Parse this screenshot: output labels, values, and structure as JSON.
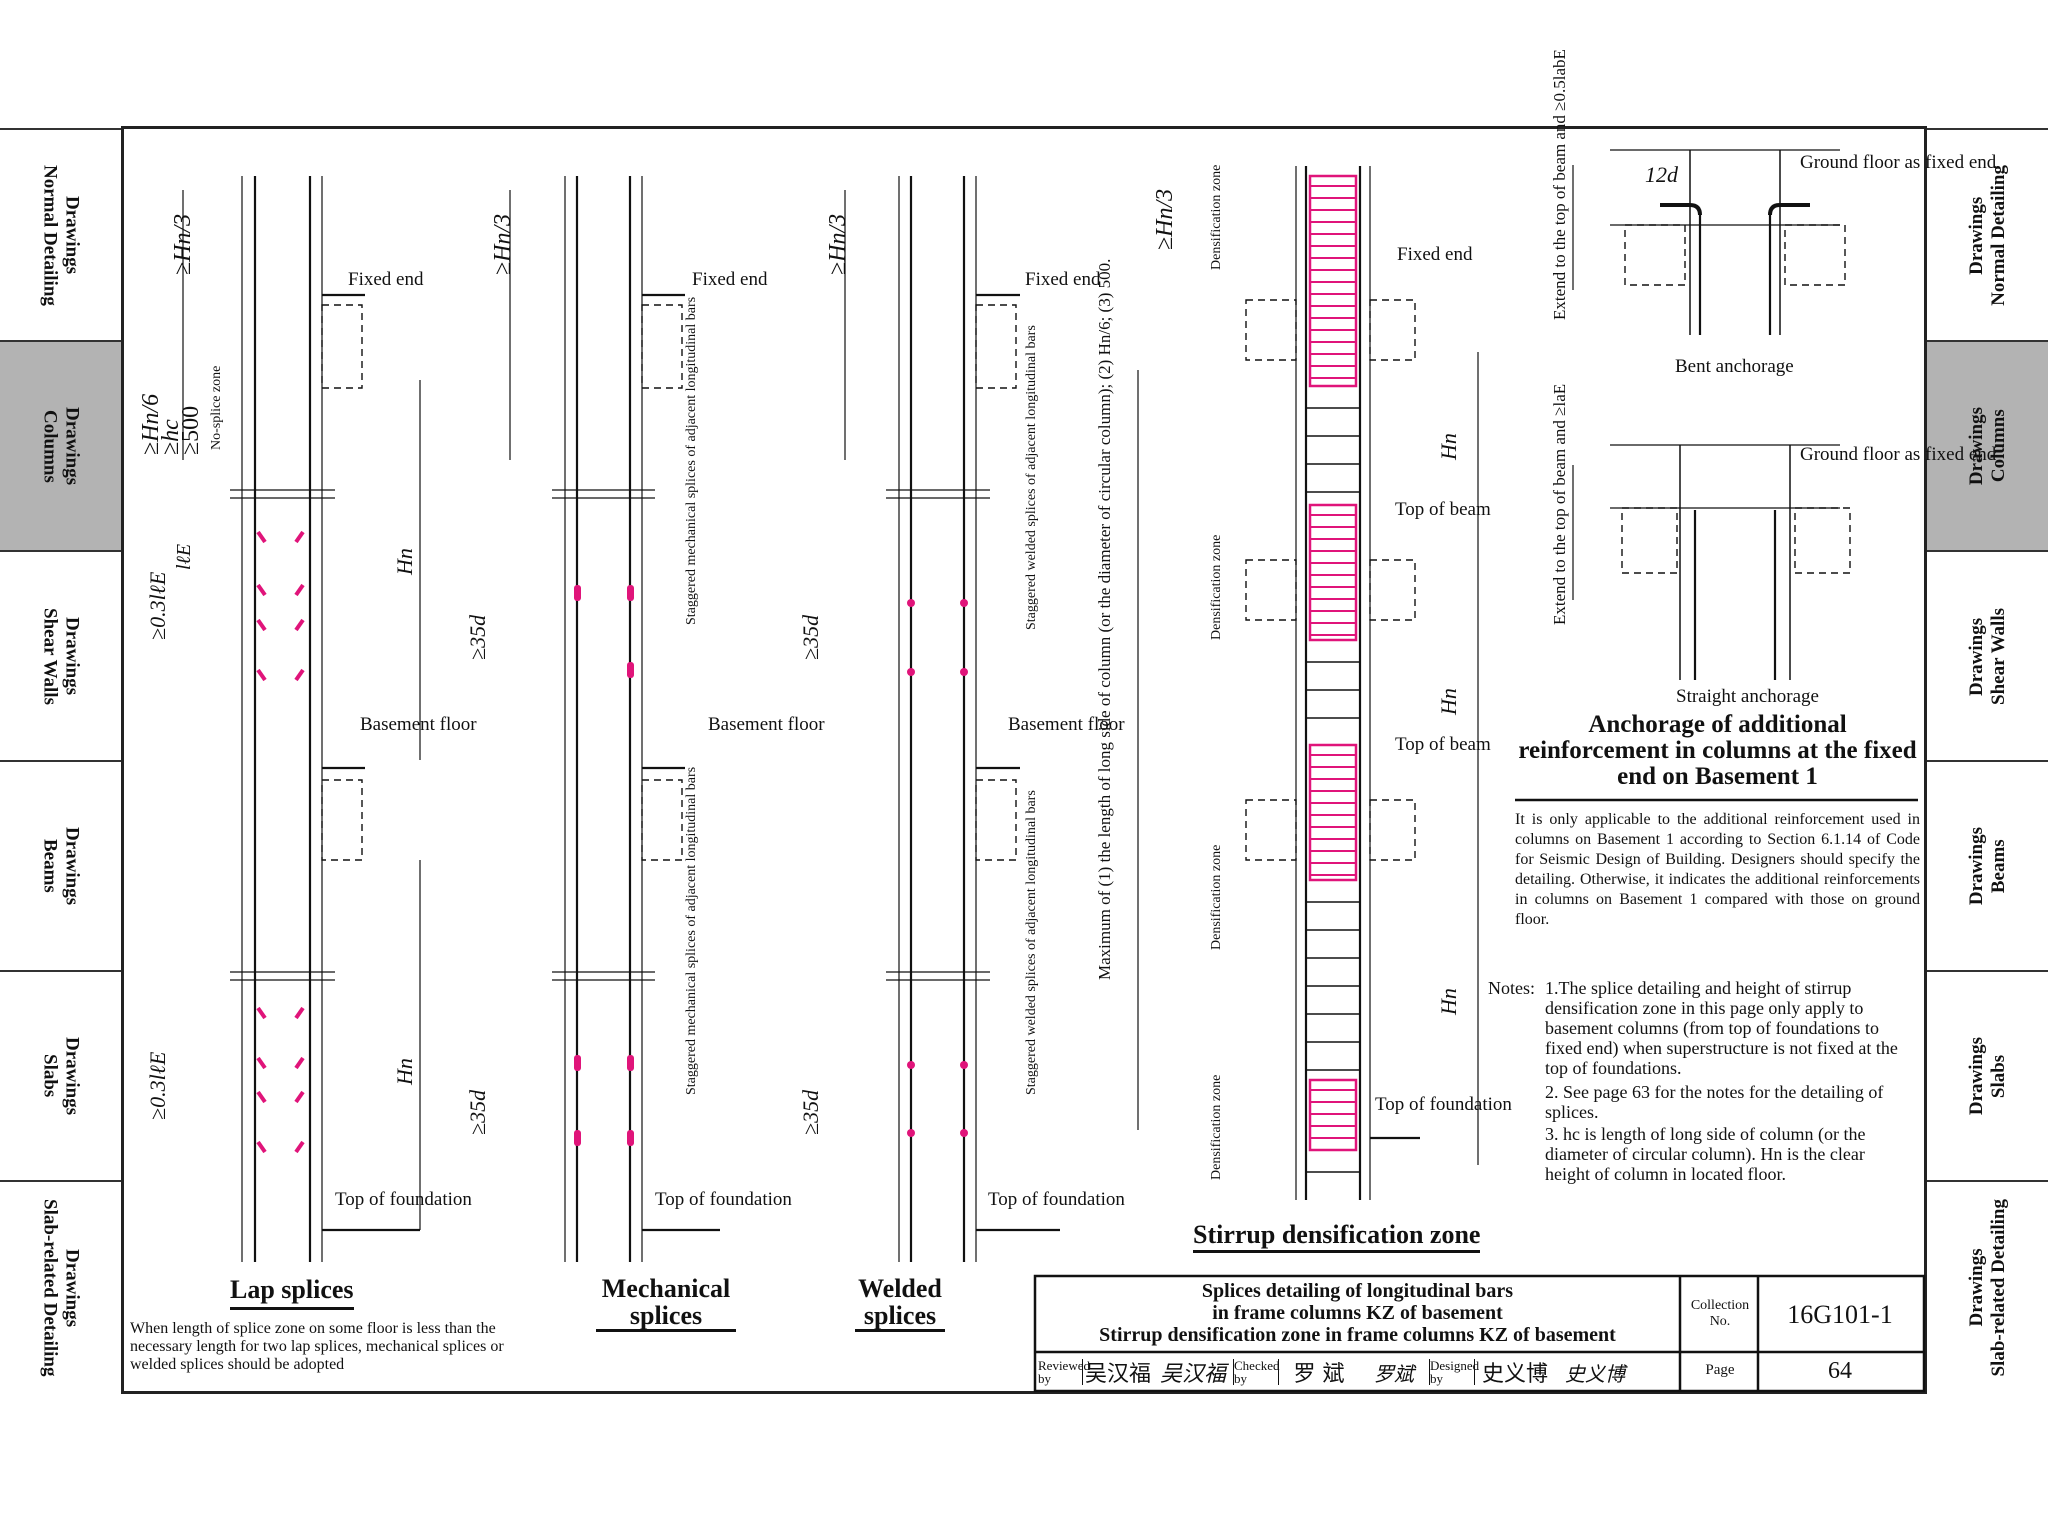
{
  "side_tabs_left": [
    {
      "line1": "Drawings",
      "line2": "Normal Detailing",
      "active": false
    },
    {
      "line1": "Drawings",
      "line2": "Columns",
      "active": true
    },
    {
      "line1": "Drawings",
      "line2": "Shear Walls",
      "active": false
    },
    {
      "line1": "Drawings",
      "line2": "Beams",
      "active": false
    },
    {
      "line1": "Drawings",
      "line2": "Slabs",
      "active": false
    },
    {
      "line1": "Drawings",
      "line2": "Slab-related Detailing",
      "active": false
    }
  ],
  "side_tabs_right": [
    {
      "line1": "Drawings",
      "line2": "Normal Detailing",
      "active": false
    },
    {
      "line1": "Drawings",
      "line2": "Columns",
      "active": true
    },
    {
      "line1": "Drawings",
      "line2": "Shear Walls",
      "active": false
    },
    {
      "line1": "Drawings",
      "line2": "Beams",
      "active": false
    },
    {
      "line1": "Drawings",
      "line2": "Slabs",
      "active": false
    },
    {
      "line1": "Drawings",
      "line2": "Slab-related Detailing",
      "active": false
    }
  ],
  "labels": {
    "fixed_end": "Fixed end",
    "basement_floor": "Basement floor",
    "top_of_foundation": "Top of foundation",
    "top_of_beam": "Top of beam",
    "no_splice_zone": "No-splice zone",
    "hn": "Hn",
    "hn3": "≥Hn/3",
    "hn6": "≥Hn/6",
    "hc": "≥hc",
    "v500": "≥500",
    "lle": "lℓE",
    "lle03": "≥0.3lℓE",
    "d35": "≥35d",
    "densification_zone": "Densification zone",
    "staggered_mech": "Staggered mechanical splices of adjacent longitudinal bars",
    "staggered_weld": "Staggered welded splices of adjacent longitudinal bars",
    "max_note": "Maximum of (1) the length of long side of column (or the diameter of circular column); (2) Hn/6; (3) 500."
  },
  "captions": {
    "lap": "Lap splices",
    "mechanical": "Mechanical splices",
    "welded": "Welded splices",
    "stirrup": "Stirrup densification zone",
    "lap_note": "When length of splice zone on some floor is less than the necessary length for two lap splices, mechanical splices or welded splices should be adopted"
  },
  "anchorage": {
    "ground_floor": "Ground floor as fixed end",
    "bent_side": "Extend to the top of beam and ≥0.5labE",
    "d12": "12d",
    "bent": "Bent anchorage",
    "straight_side": "Extend to the top of beam and ≥laE",
    "straight": "Straight anchorage",
    "title": "Anchorage of additional reinforcement in columns at the fixed end on Basement 1",
    "desc": "It is only applicable to the additional reinforcement used in columns on Basement 1 according to Section 6.1.14 of Code for Seismic Design of Building. Designers should specify the detailing. Otherwise, it indicates the additional reinforcements in columns on Basement 1 compared with those on ground floor."
  },
  "notes": {
    "head": "Notes:",
    "n1": "1.The splice detailing and height of stirrup densification zone in this page only apply to basement columns (from top of foundations to fixed end) when superstructure is not fixed at the top of foundations.",
    "n2": "2. See page 63 for the notes for the detailing of splices.",
    "n3": "3. hc is length of long side of column (or the diameter of circular column). Hn is the clear height of column in located floor."
  },
  "title_block": {
    "title1": "Splices detailing of longitudinal bars",
    "title2": "in frame columns KZ of basement",
    "title3": "Stirrup densification zone in frame columns KZ of basement",
    "collection_label": "Collection No.",
    "collection_no": "16G101-1",
    "reviewed_label": "Reviewed by",
    "reviewed_name": "吴汉福",
    "reviewed_sign": "吴汉福",
    "checked_label": "Checked by",
    "checked_name": "罗 斌",
    "checked_sign": "罗斌",
    "designed_label": "Designed by",
    "designed_name": "史义博",
    "designed_sign": "史义博",
    "page_label": "Page",
    "page_no": "64"
  },
  "colors": {
    "splice": "#e0147a",
    "line": "#111111",
    "active_tab": "#b3b3b3"
  }
}
